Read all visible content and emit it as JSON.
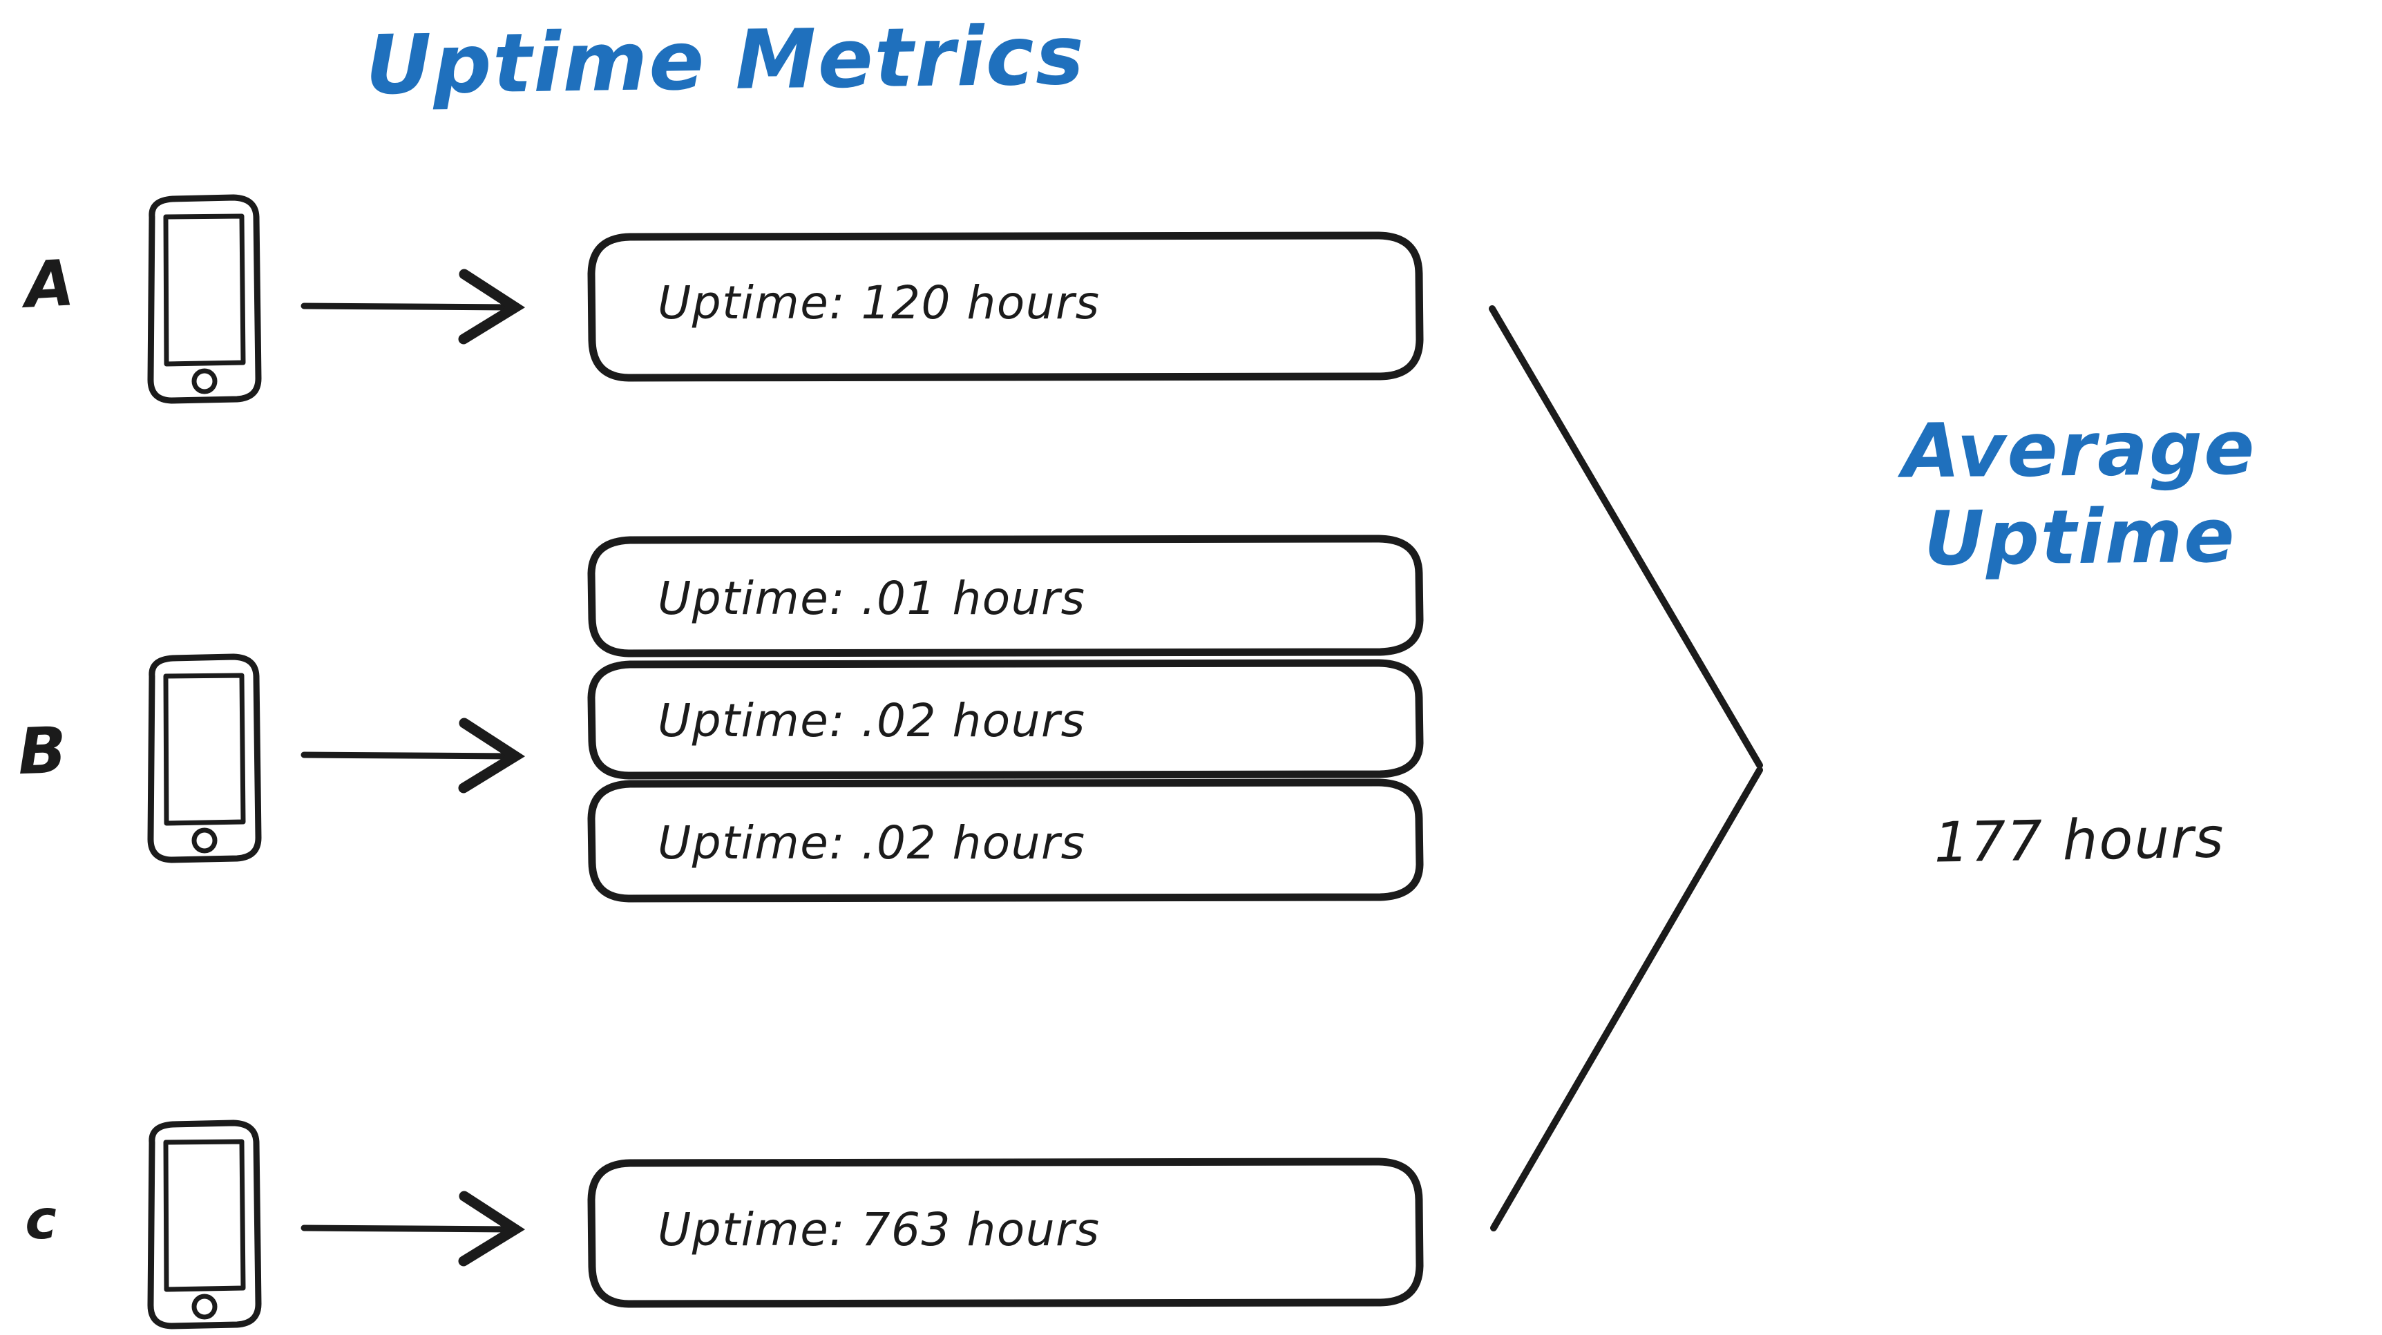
{
  "title": "Uptime Metrics",
  "accent_color": "#1f70bd",
  "ink_color": "#1b1b1b",
  "background_color": "#ffffff",
  "groups": [
    {
      "label": "A",
      "device_icon": "phone-icon",
      "arrow_icon": "arrow-right-icon",
      "records": [
        {
          "text": "Uptime: 120 hours",
          "value": 120,
          "unit": "hours"
        }
      ]
    },
    {
      "label": "B",
      "device_icon": "phone-icon",
      "arrow_icon": "arrow-right-icon",
      "records": [
        {
          "text": "Uptime: .01 hours",
          "value": 0.01,
          "unit": "hours"
        },
        {
          "text": "Uptime: .02 hours",
          "value": 0.02,
          "unit": "hours"
        },
        {
          "text": "Uptime: .02 hours",
          "value": 0.02,
          "unit": "hours"
        }
      ]
    },
    {
      "label": "c",
      "device_icon": "phone-icon",
      "arrow_icon": "arrow-right-icon",
      "records": [
        {
          "text": "Uptime: 763 hours",
          "value": 763,
          "unit": "hours"
        }
      ]
    }
  ],
  "summary": {
    "title_line_1": "Average",
    "title_line_2": "Uptime",
    "value_text": "177 hours",
    "value": 177,
    "unit": "hours",
    "connector_icon": "converging-lines-icon"
  },
  "chart_data": {
    "type": "table",
    "title": "Uptime Metrics",
    "categories": [
      "A",
      "B",
      "B",
      "B",
      "c"
    ],
    "values": [
      120,
      0.01,
      0.02,
      0.02,
      763
    ],
    "ylabel": "hours",
    "annotations": [
      "Average Uptime",
      "177 hours"
    ]
  }
}
